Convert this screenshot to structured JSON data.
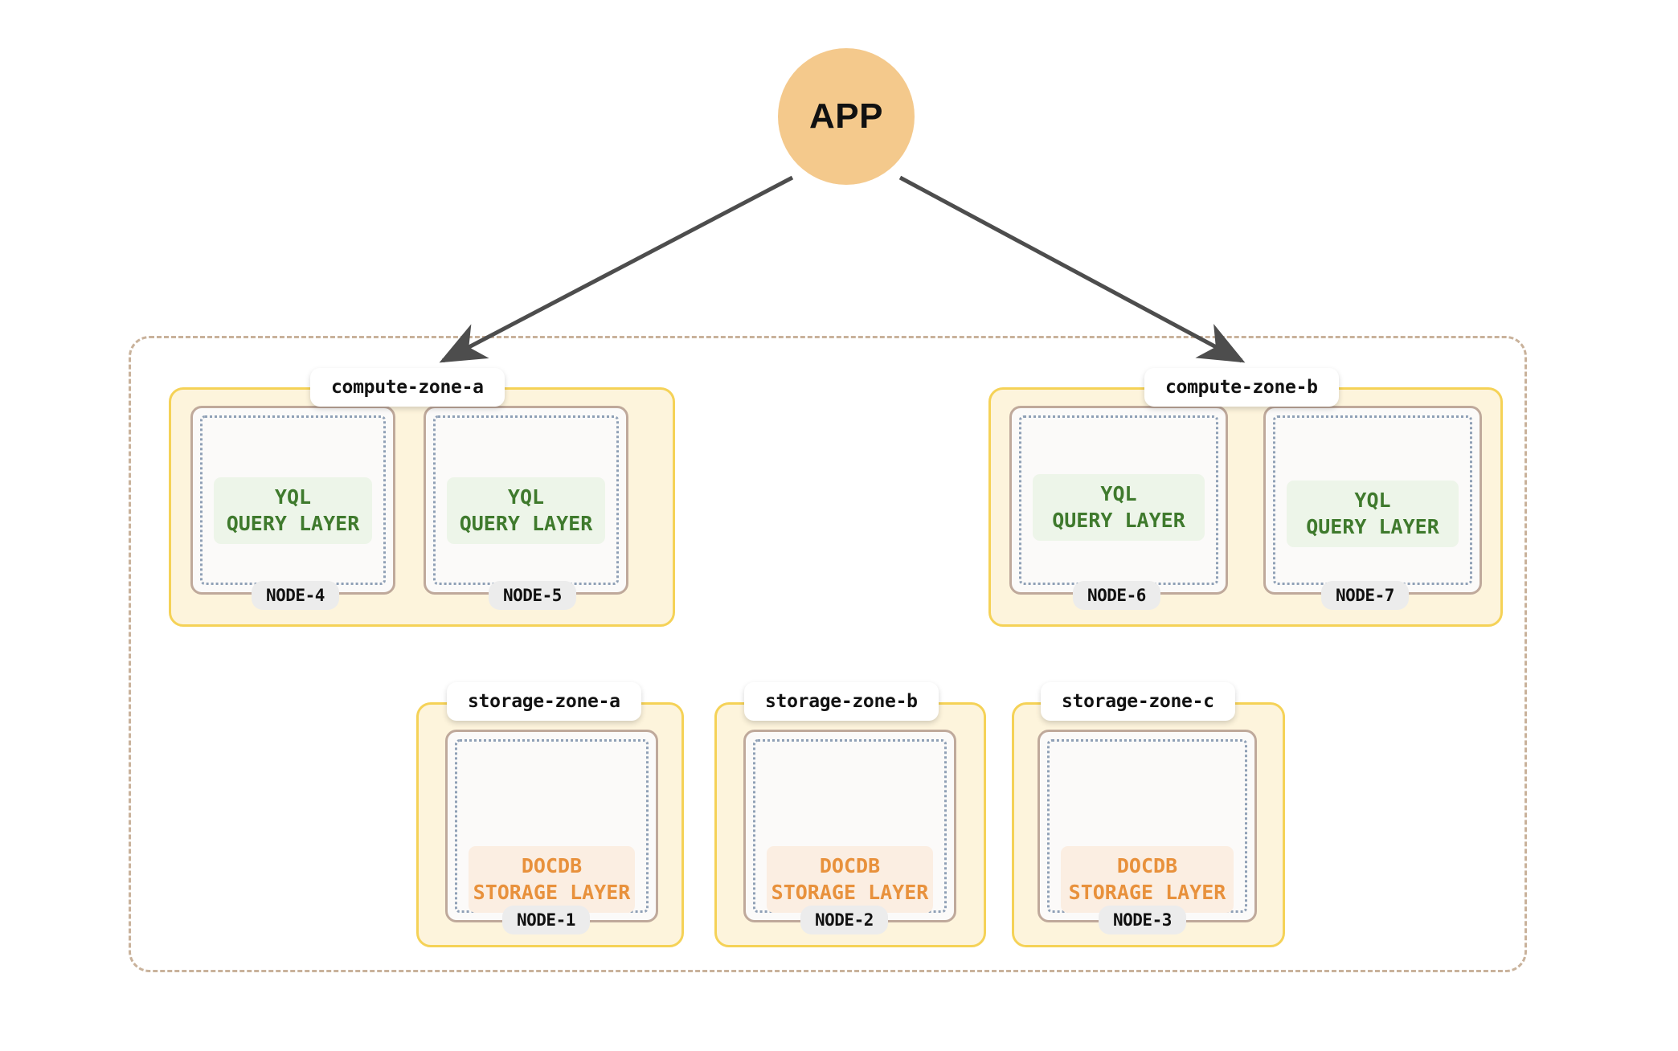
{
  "diagram": {
    "title": "YugabyteDB read replica / multi-zone cluster topology",
    "colors": {
      "app_fill": "#f4c98c",
      "zone_fill": "#fdf4dc",
      "zone_border": "#f5d257",
      "node_border": "#bfa99b",
      "node_inner_border": "#8fa0b6",
      "boundary_border": "#c9b29b",
      "yql_text": "#3f7a2d",
      "yql_fill": "#edf5e9",
      "docdb_text": "#e8913c",
      "docdb_fill": "#fbeee2",
      "arrow": "#4d4d4d",
      "badge_fill": "#ececec"
    }
  },
  "client": {
    "label": "APP"
  },
  "edges": [
    {
      "name": "app-to-compute-zone-a",
      "from": "APP",
      "to": "compute-zone-a"
    },
    {
      "name": "app-to-compute-zone-b",
      "from": "APP",
      "to": "compute-zone-b"
    }
  ],
  "zones": [
    {
      "id": "compute-zone-a",
      "label": "compute-zone-a",
      "kind": "compute",
      "nodes": [
        {
          "badge": "NODE-4",
          "layer_line1": "YQL",
          "layer_line2": "QUERY LAYER"
        },
        {
          "badge": "NODE-5",
          "layer_line1": "YQL",
          "layer_line2": "QUERY LAYER"
        }
      ]
    },
    {
      "id": "compute-zone-b",
      "label": "compute-zone-b",
      "kind": "compute",
      "nodes": [
        {
          "badge": "NODE-6",
          "layer_line1": "YQL",
          "layer_line2": "QUERY LAYER"
        },
        {
          "badge": "NODE-7",
          "layer_line1": "YQL",
          "layer_line2": "QUERY LAYER"
        }
      ]
    },
    {
      "id": "storage-zone-a",
      "label": "storage-zone-a",
      "kind": "storage",
      "nodes": [
        {
          "badge": "NODE-1",
          "layer_line1": "DOCDB",
          "layer_line2": "STORAGE LAYER"
        }
      ]
    },
    {
      "id": "storage-zone-b",
      "label": "storage-zone-b",
      "kind": "storage",
      "nodes": [
        {
          "badge": "NODE-2",
          "layer_line1": "DOCDB",
          "layer_line2": "STORAGE LAYER"
        }
      ]
    },
    {
      "id": "storage-zone-c",
      "label": "storage-zone-c",
      "kind": "storage",
      "nodes": [
        {
          "badge": "NODE-3",
          "layer_line1": "DOCDB",
          "layer_line2": "STORAGE LAYER"
        }
      ]
    }
  ]
}
